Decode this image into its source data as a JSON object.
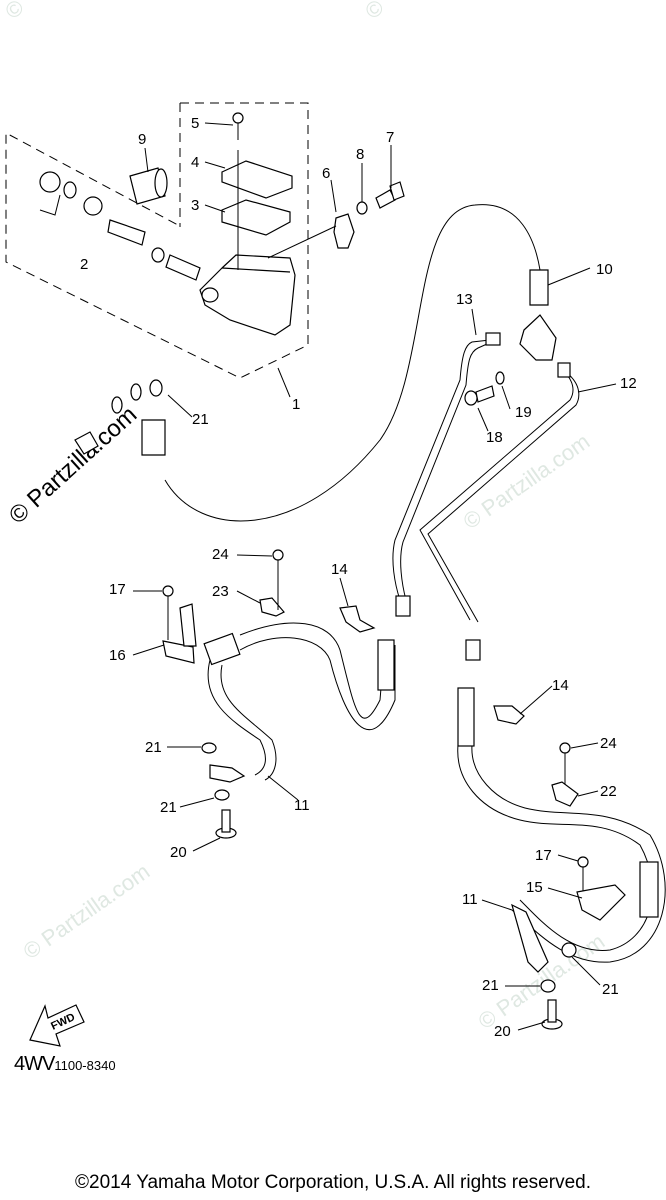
{
  "diagram": {
    "title": "Front Brake Master Cylinder & Hoses",
    "callouts": [
      "1",
      "2",
      "3",
      "4",
      "5",
      "6",
      "7",
      "8",
      "9",
      "10",
      "11",
      "11",
      "12",
      "13",
      "14",
      "14",
      "15",
      "16",
      "17",
      "17",
      "18",
      "19",
      "20",
      "20",
      "21",
      "21",
      "21",
      "21",
      "21",
      "22",
      "23",
      "24",
      "24"
    ],
    "labels": {
      "c1": "1",
      "c2": "2",
      "c3": "3",
      "c4": "4",
      "c5": "5",
      "c6": "6",
      "c7": "7",
      "c8": "8",
      "c9": "9",
      "c10": "10",
      "c11a": "11",
      "c11b": "11",
      "c12": "12",
      "c13": "13",
      "c14a": "14",
      "c14b": "14",
      "c15": "15",
      "c16": "16",
      "c17a": "17",
      "c17b": "17",
      "c18": "18",
      "c19": "19",
      "c20a": "20",
      "c20b": "20",
      "c21a": "21",
      "c21b": "21",
      "c21c": "21",
      "c21d": "21",
      "c21e": "21",
      "c22": "22",
      "c23": "23",
      "c24a": "24",
      "c24b": "24"
    },
    "fwd_label": "FWD",
    "fwd_icon": "arrow-fwd-icon",
    "diagram_code_prefix": "4WV",
    "diagram_code": "1100-8340"
  },
  "watermark": {
    "text": "© Partzilla.com"
  },
  "footer": {
    "copyright": "©2014 Yamaha Motor Corporation, U.S.A. All rights reserved."
  }
}
